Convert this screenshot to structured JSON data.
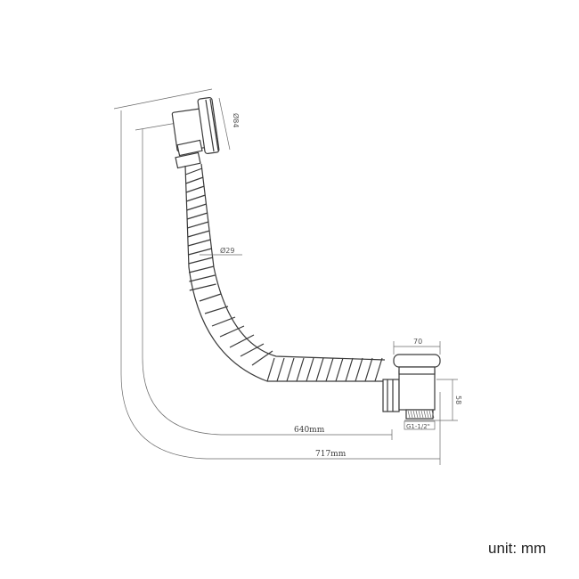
{
  "dimensions": {
    "outlet_diameter": "Ø84",
    "hose_diameter": "Ø29",
    "waste_width": "70",
    "waste_height": "58",
    "thread": "G1-1/2\"",
    "inner_length": "640mm",
    "outer_length": "717mm"
  },
  "unit_label": "unit: mm",
  "colors": {
    "ink": "#3a3a3a",
    "background": "#ffffff"
  }
}
